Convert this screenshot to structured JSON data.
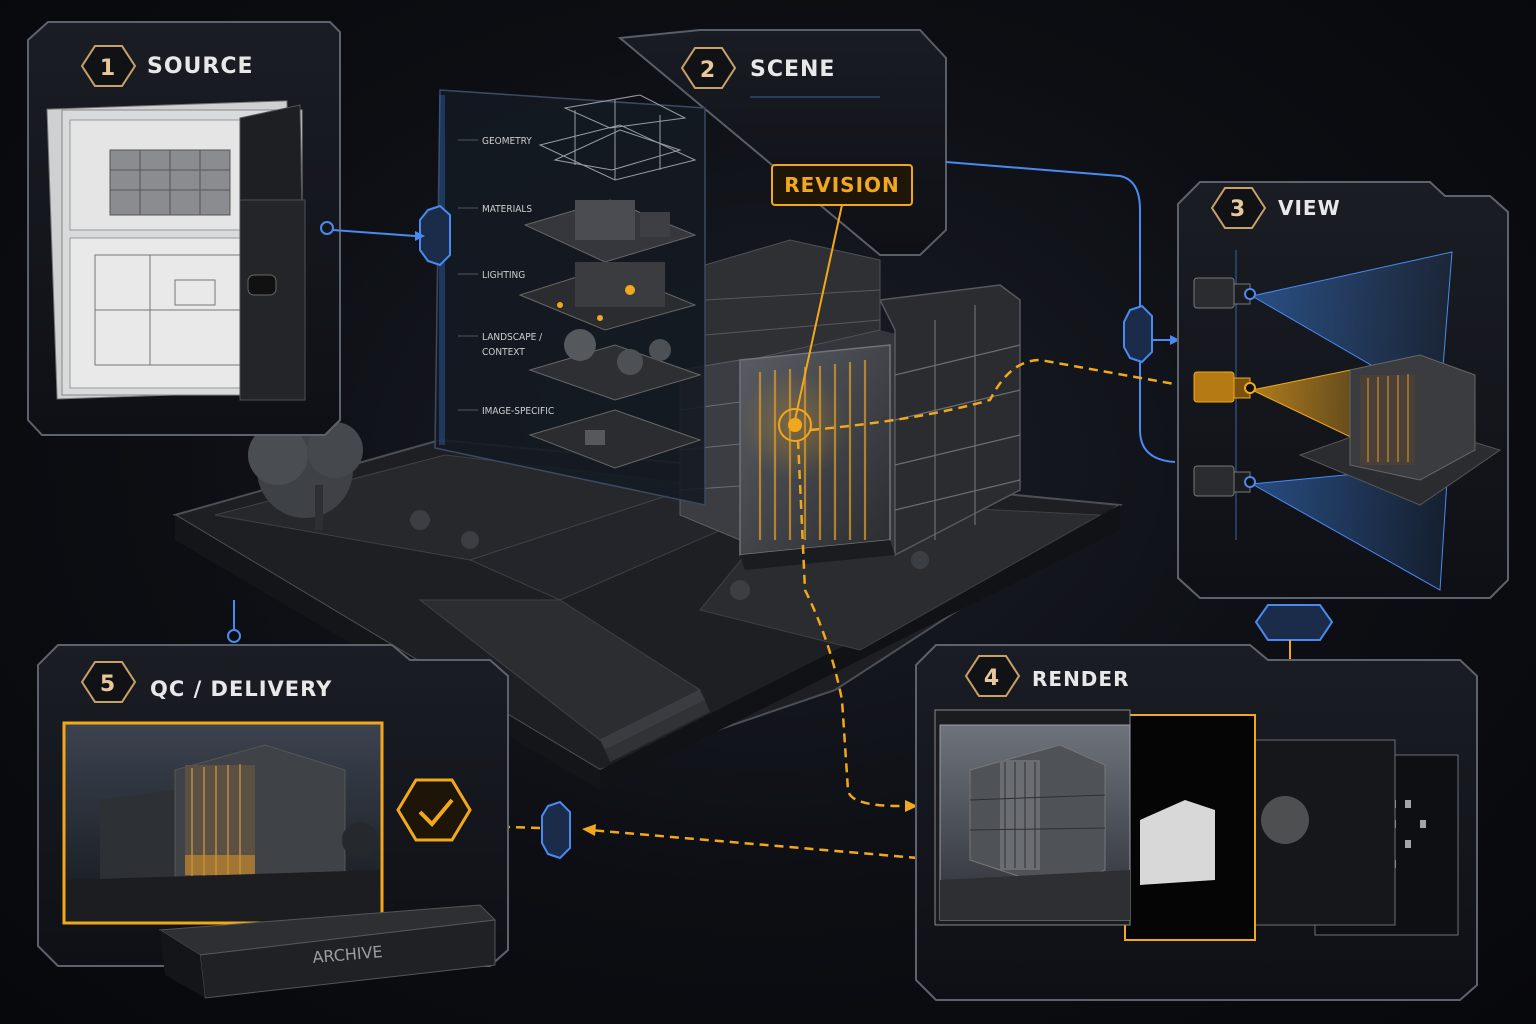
{
  "stages": [
    {
      "number": "1",
      "title": "SOURCE"
    },
    {
      "number": "2",
      "title": "SCENE"
    },
    {
      "number": "3",
      "title": "VIEW"
    },
    {
      "number": "4",
      "title": "RENDER"
    },
    {
      "number": "5",
      "title": "QC / DELIVERY"
    }
  ],
  "scene_layers": [
    "GEOMETRY",
    "MATERIALS",
    "LIGHTING",
    "LANDSCAPE /",
    "CONTEXT",
    "IMAGE-SPECIFIC"
  ],
  "revision_label": "REVISION",
  "archive_label": "ARCHIVE",
  "colors": {
    "accent_orange": "#f2a81d",
    "accent_blue": "#3a7bd5",
    "panel_bg": "#12151b",
    "panel_border": "#5d636c",
    "text": "#e8e8e8"
  },
  "icons": [
    "hexagon-number-badge",
    "camera-icon",
    "checkmark-hexagon-icon",
    "connector-node-icon",
    "folder-icon"
  ]
}
